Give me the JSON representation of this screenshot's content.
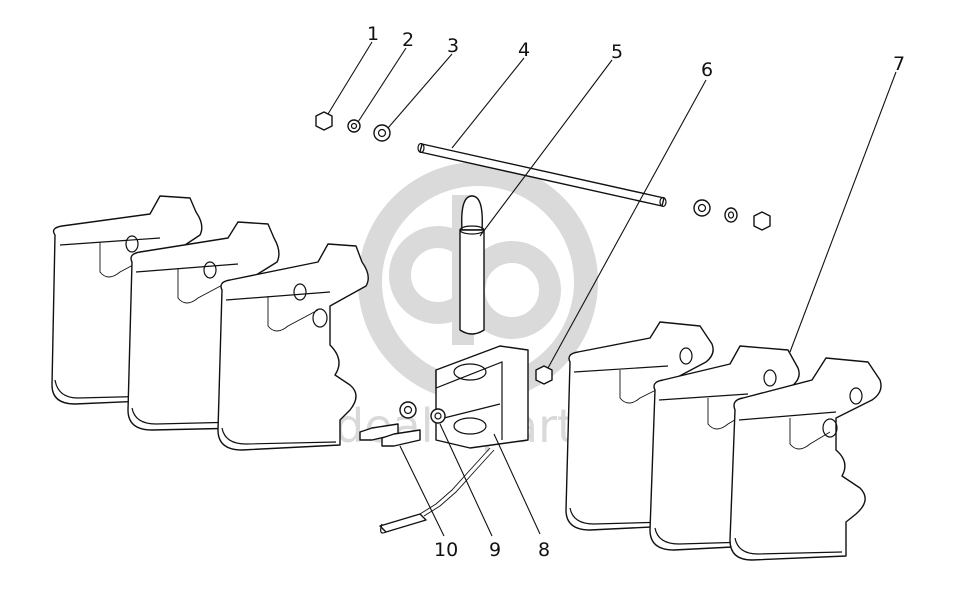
{
  "watermark": {
    "text": "dealerparts",
    "color": "#d9d9d9"
  },
  "callouts": [
    {
      "id": 1,
      "label": "1",
      "part": "hex-nut"
    },
    {
      "id": 2,
      "label": "2",
      "part": "spring-washer"
    },
    {
      "id": 3,
      "label": "3",
      "part": "flat-washer"
    },
    {
      "id": 4,
      "label": "4",
      "part": "threaded-rod"
    },
    {
      "id": 5,
      "label": "5",
      "part": "hitch-pin"
    },
    {
      "id": 6,
      "label": "6",
      "part": "nut"
    },
    {
      "id": 7,
      "label": "7",
      "part": "front-weight"
    },
    {
      "id": 8,
      "label": "8",
      "part": "hitch-bracket"
    },
    {
      "id": 9,
      "label": "9",
      "part": "washer"
    },
    {
      "id": 10,
      "label": "10",
      "part": "bolt"
    }
  ]
}
